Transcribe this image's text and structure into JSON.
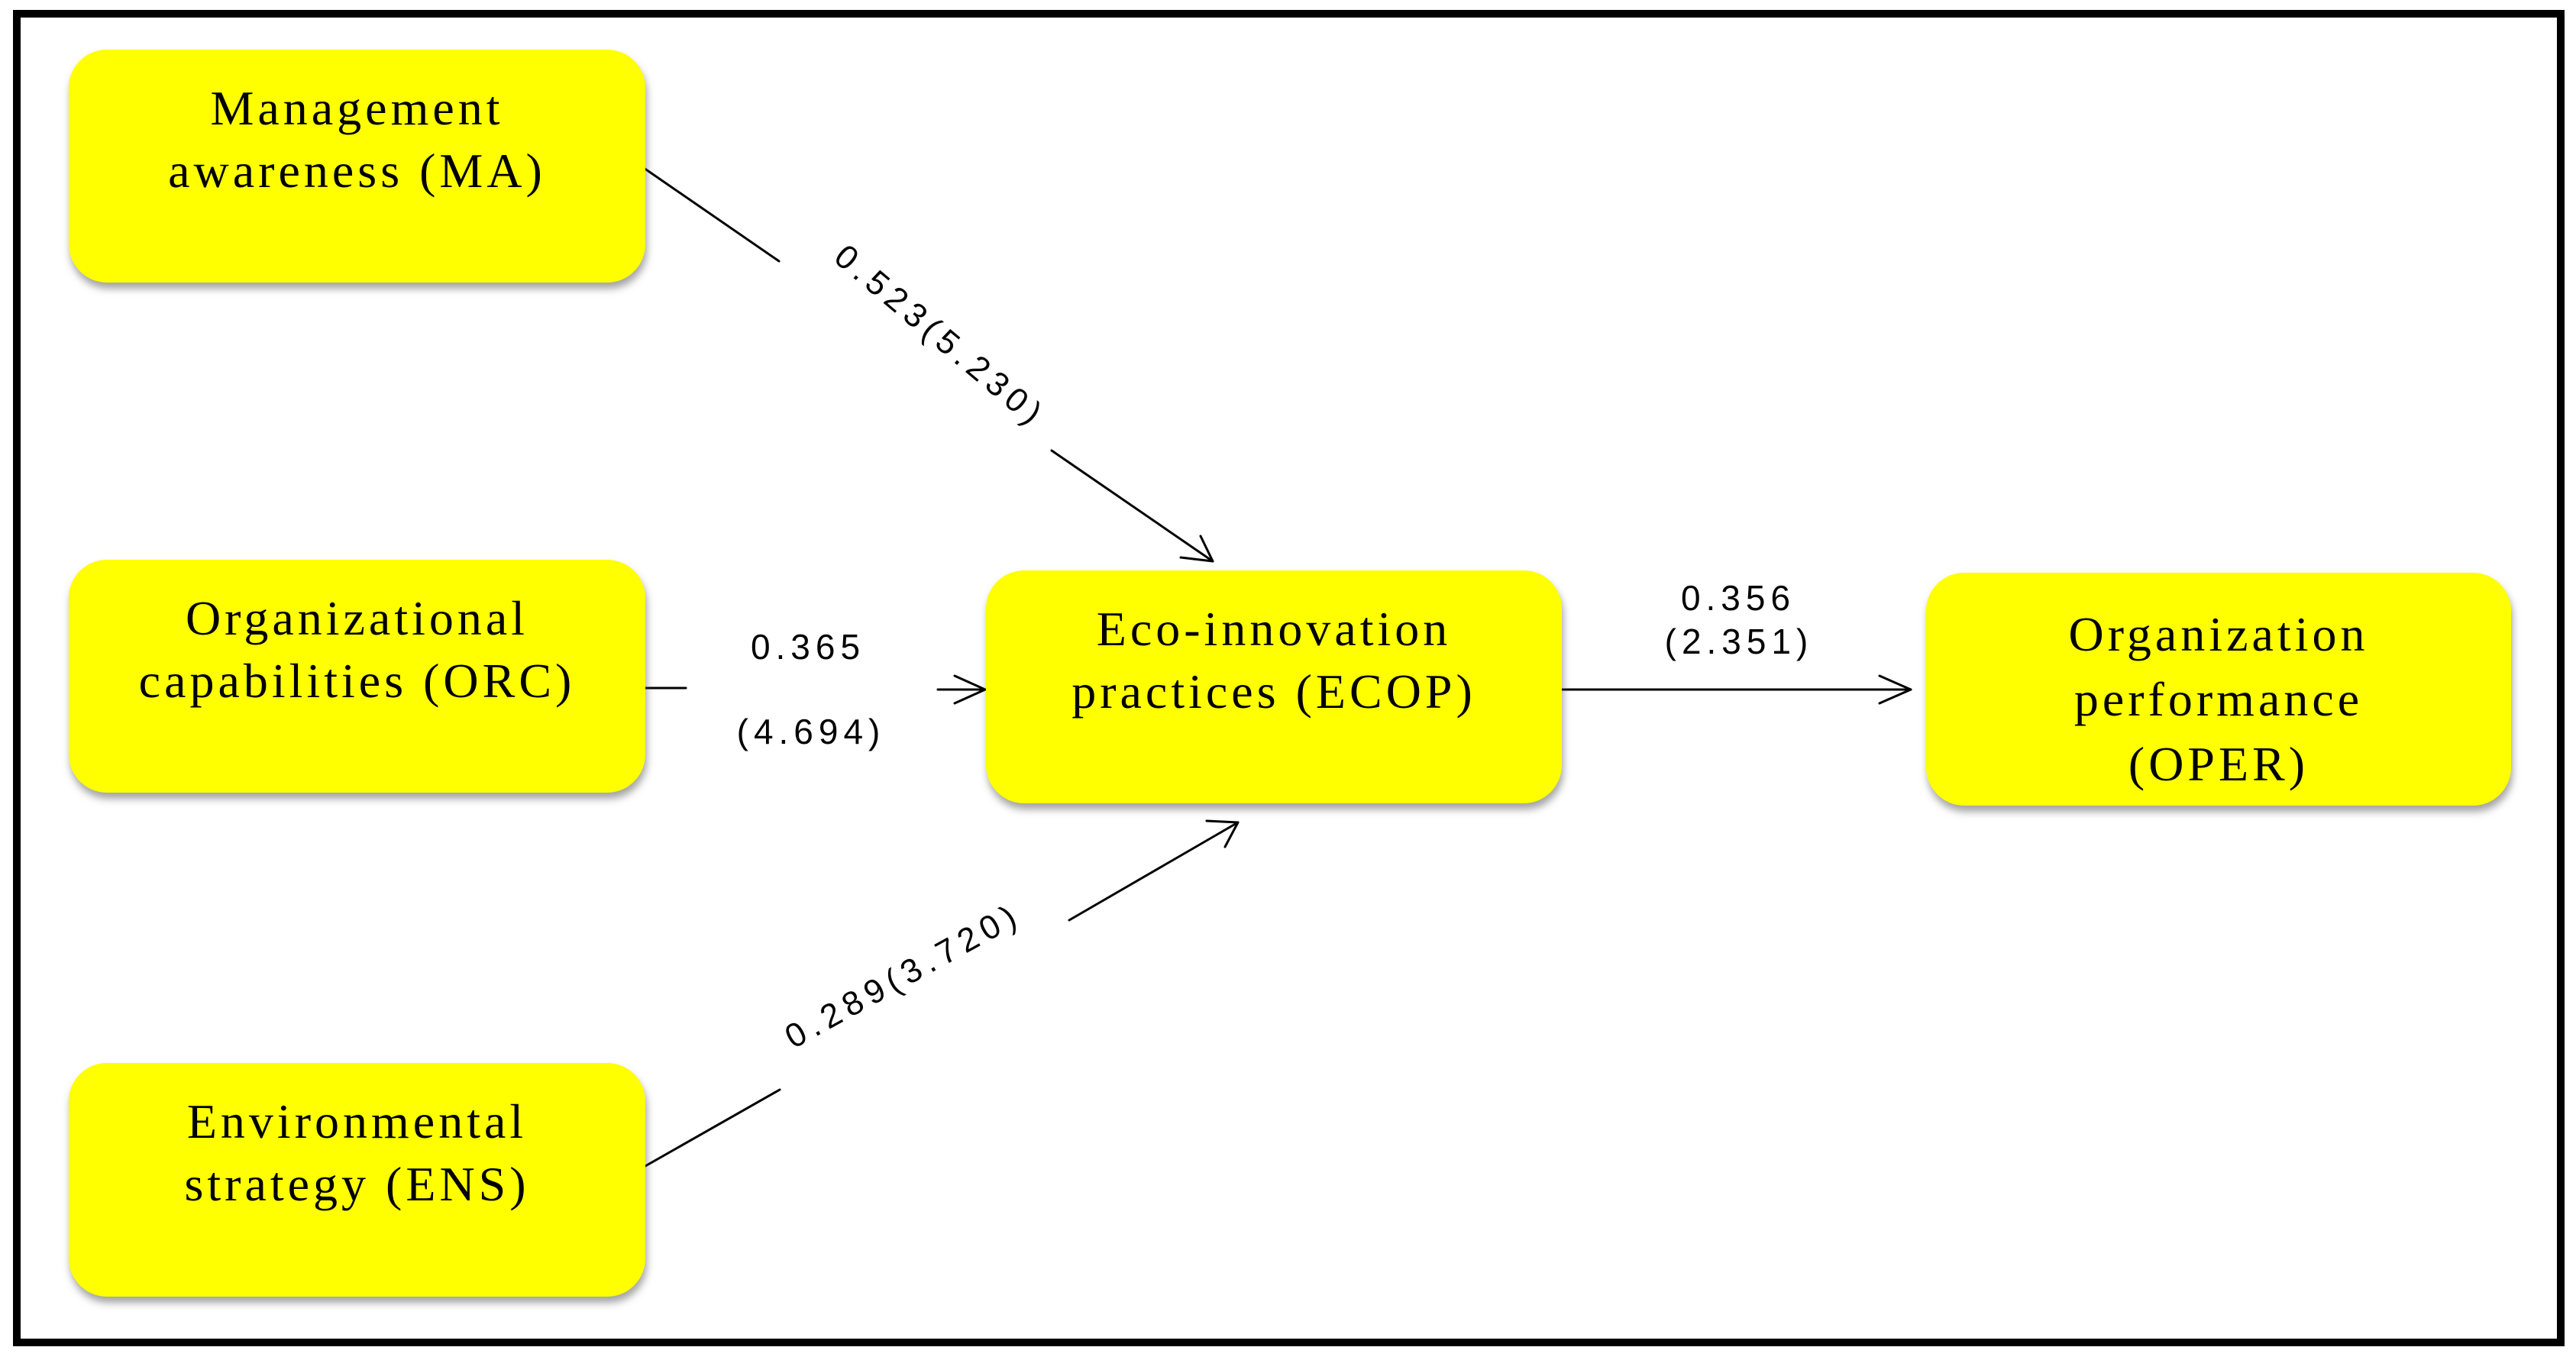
{
  "diagram": {
    "type": "structural-path-model",
    "colors": {
      "node_fill": "#ffff00",
      "node_text": "#000000",
      "edge": "#000000",
      "frame": "#000000",
      "background": "#ffffff"
    },
    "nodes": {
      "ma": {
        "id": "MA",
        "lines": [
          "Management",
          "awareness (MA)"
        ]
      },
      "orc": {
        "id": "ORC",
        "lines": [
          "Organizational",
          "capabilities (ORC)"
        ]
      },
      "ens": {
        "id": "ENS",
        "lines": [
          "Environmental",
          "strategy (ENS)"
        ]
      },
      "ecop": {
        "id": "ECOP",
        "lines": [
          "Eco-innovation",
          "practices (ECOP)"
        ]
      },
      "oper": {
        "id": "OPER",
        "lines": [
          "Organization",
          "performance",
          "(OPER)"
        ]
      }
    },
    "edges": {
      "ma_ecop": {
        "from": "MA",
        "to": "ECOP",
        "coefficient": "0.523",
        "t_value": "5.230",
        "label": "0.523(5.230)"
      },
      "orc_ecop": {
        "from": "ORC",
        "to": "ECOP",
        "coefficient": "0.365",
        "t_value": "4.694",
        "label_coef": "0.365",
        "label_t": "(4.694)"
      },
      "ens_ecop": {
        "from": "ENS",
        "to": "ECOP",
        "coefficient": "0.289",
        "t_value": "3.720",
        "label": "0.289(3.720)"
      },
      "ecop_oper": {
        "from": "ECOP",
        "to": "OPER",
        "coefficient": "0.356",
        "t_value": "2.351",
        "label_coef": "0.356",
        "label_t": "(2.351)"
      }
    }
  }
}
